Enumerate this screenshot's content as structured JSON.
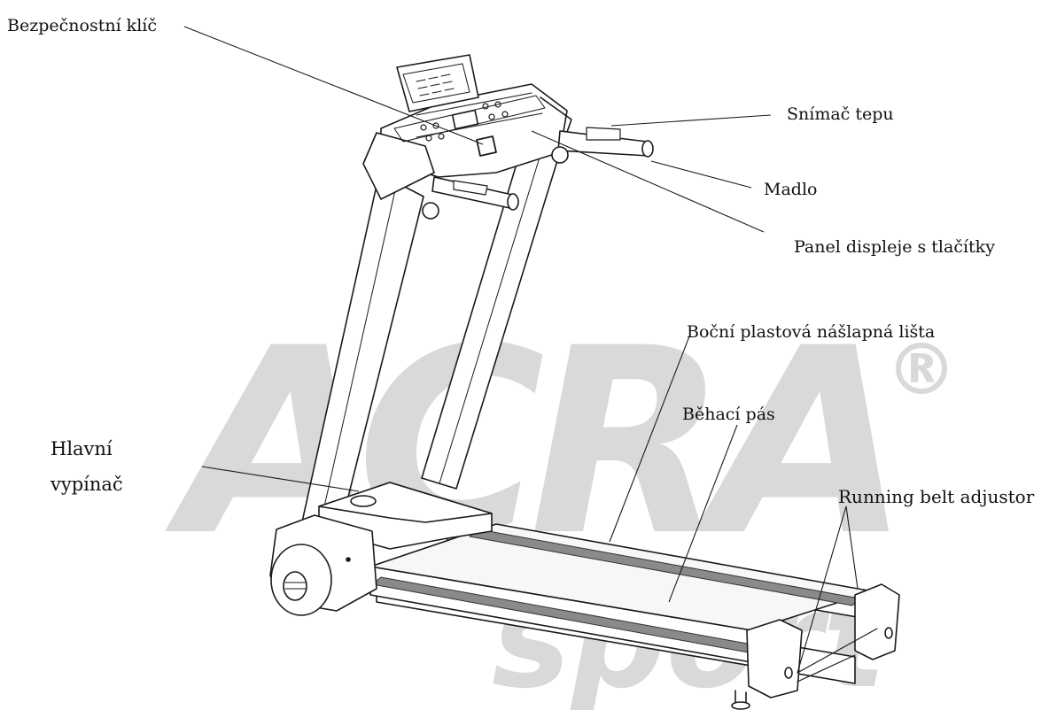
{
  "labels": {
    "safety_key": "Bezpečnostní klíč",
    "heart_rate_sensor": "Snímač tepu",
    "handrail": "Madlo",
    "display_panel": "Panel displeje s tlačítky",
    "side_rail": "Boční plastová nášlapná lišta",
    "running_belt": "Běhací pás",
    "main_switch": "Hlavní vypínač",
    "belt_adjustor": "Running belt adjustor"
  },
  "watermark": {
    "brand": "ACRA",
    "registered": "®",
    "sub": "sport",
    "color": "#d9d9d9"
  },
  "colors": {
    "line": "#1a1a1a",
    "rail": "#8a8a8a",
    "background": "#ffffff"
  }
}
